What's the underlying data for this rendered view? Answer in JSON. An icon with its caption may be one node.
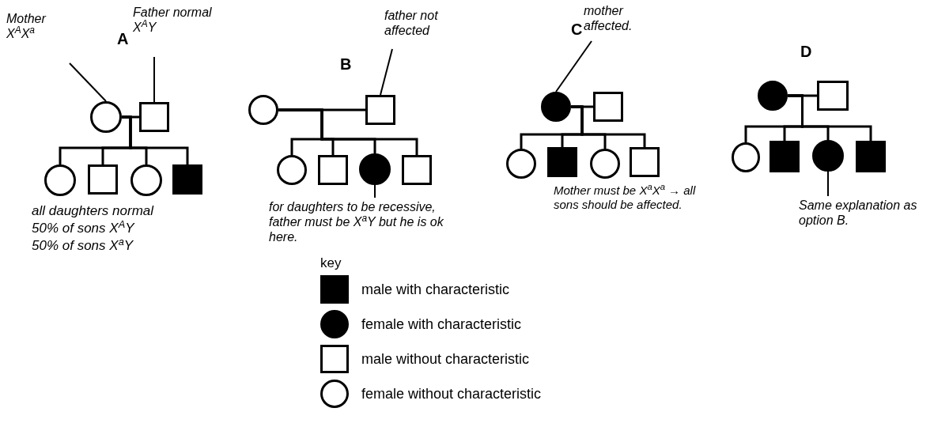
{
  "diagram": {
    "nodes": [
      {
        "text": [
          "Mother",
          "X$^{A}$X$^{a}$"
        ]
      },
      {
        "text": [
          "Father normal",
          "X$^{A}$Y"
        ]
      },
      {
        "text": [],
        "shape": "circle"
      },
      {
        "text": [],
        "shape": "box"
      },
      {
        "text": [],
        "shape": "circle"
      },
      {
        "text": [],
        "shape": "box"
      },
      {
        "text": [],
        "shape": "circle"
      },
      {
        "text": [],
        "shape": "block"
      },
      {
        "text": [
          "father not affected"
        ]
      },
      {
        "text": [],
        "shape": "circle"
      },
      {
        "text": [],
        "shape": "box"
      },
      {
        "text": [],
        "shape": "circle"
      },
      {
        "text": [],
        "shape": "box"
      },
      {
        "text": [],
        "shape": "disc"
      },
      {
        "text": [],
        "shape": "box"
      },
      {
        "text": [
          "for daughters to be recessive, father must be X$^{a}$Y but he is ok here."
        ]
      },
      {
        "text": [
          "mother affected."
        ]
      },
      {
        "text": [],
        "shape": "disc"
      },
      {
        "text": [],
        "shape": "box"
      },
      {
        "text": [],
        "shape": "circle"
      },
      {
        "text": [],
        "shape": "block"
      },
      {
        "text": [],
        "shape": "circle"
      },
      {
        "text": [],
        "shape": "box"
      },
      {
        "text": [],
        "shape": "disc"
      },
      {
        "text": [],
        "shape": "box"
      },
      {
        "text": [],
        "shape": "circle"
      },
      {
        "text": [],
        "shape": "block"
      },
      {
        "text": [],
        "shape": "disc"
      },
      {
        "text": [],
        "shape": "block"
      },
      {
        "text": [
          "Same explanation as option B."
        ]
      }
    ],
    "edges": [
      {
        "from": 2,
        "to": 3,
        "arrow": "none"
      },
      {
        "from": 2,
        "to": 4,
        "arrow": "none"
      },
      {
        "from": 2,
        "to": 5,
        "arrow": "none"
      },
      {
        "from": 2,
        "to": 6,
        "arrow": "none"
      },
      {
        "from": 2,
        "to": 7,
        "arrow": "none"
      },
      {
        "from": 0,
        "to": 2,
        "arrow": "none"
      },
      {
        "from": 1,
        "to": 3,
        "arrow": "none"
      },
      {
        "from": 9,
        "to": 10,
        "arrow": "none"
      },
      {
        "from": 9,
        "to": 11,
        "arrow": "none"
      },
      {
        "from": 9,
        "to": 12,
        "arrow": "none"
      },
      {
        "from": 9,
        "to": 13,
        "arrow": "none"
      },
      {
        "from": 9,
        "to": 14,
        "arrow": "none"
      },
      {
        "from": 8,
        "to": 10,
        "arrow": "none"
      },
      {
        "from": 15,
        "to": 13,
        "arrow": "none"
      },
      {
        "from": 17,
        "to": 18,
        "arrow": "none"
      },
      {
        "from": 17,
        "to": 19,
        "arrow": "none"
      },
      {
        "from": 17,
        "to": 20,
        "arrow": "none"
      },
      {
        "from": 17,
        "to": 21,
        "arrow": "none"
      },
      {
        "from": 17,
        "to": 22,
        "arrow": "none"
      },
      {
        "from": 16,
        "to": 17,
        "arrow": "none"
      },
      {
        "from": 23,
        "to": 24,
        "arrow": "none"
      },
      {
        "from": 23,
        "to": 25,
        "arrow": "none"
      },
      {
        "from": 23,
        "to": 26,
        "arrow": "none"
      },
      {
        "from": 23,
        "to": 27,
        "arrow": "none"
      },
      {
        "from": 23,
        "to": 28,
        "arrow": "none"
      },
      {
        "from": 29,
        "to": 27,
        "arrow": "none"
      }
    ],
    "labels": [
      "A",
      "all daughters normal",
      "50% of sons X$^{A}$Y",
      "50% of sons X$^{a}$Y",
      "B",
      "C",
      "Mother must be X$^{a}$X$^{a}$ → all sons should be affected.",
      "D",
      "key"
    ],
    "legend": [
      {
        "text": "male with characteristic"
      },
      {
        "text": "female with characteristic"
      },
      {
        "text": "male without characteristic"
      },
      {
        "text": "female without characteristic"
      }
    ]
  }
}
